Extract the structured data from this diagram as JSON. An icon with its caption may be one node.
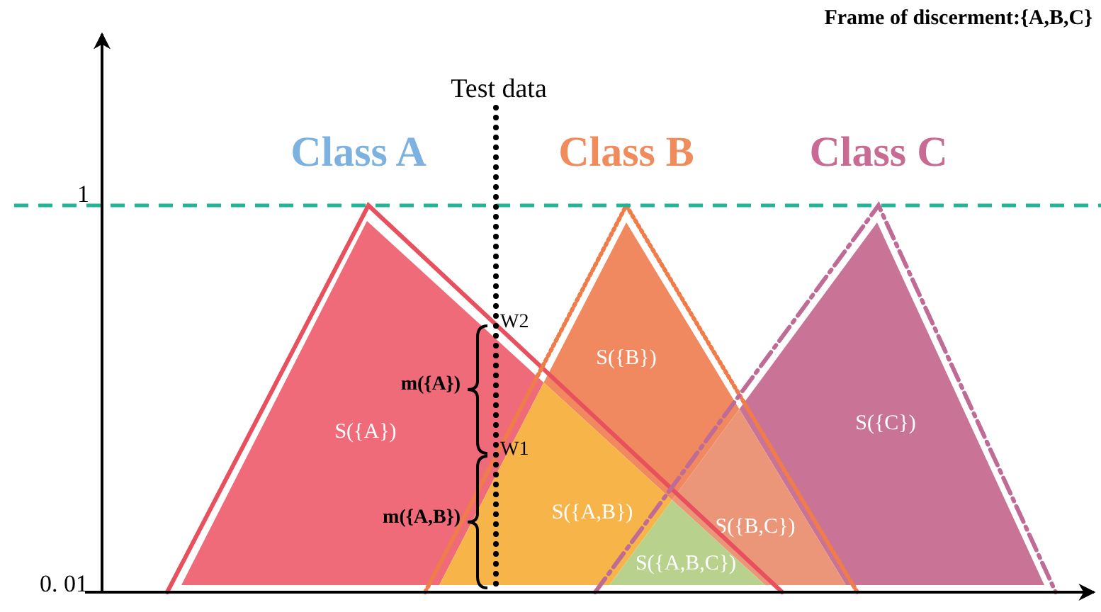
{
  "diagram": {
    "title": "Frame of discerment:{A,B,C}",
    "nodes": [
      {
        "text": [
          "S({A})"
        ]
      },
      {
        "text": [
          "S({B})"
        ]
      },
      {
        "text": [
          "S({C})"
        ]
      },
      {
        "text": [
          "S({A,B})"
        ]
      },
      {
        "text": [
          "S({B,C})"
        ]
      },
      {
        "text": [
          "S({A,B,C})"
        ]
      }
    ],
    "labels": [
      "Class A",
      "Class B",
      "Class C",
      "Test data",
      "1",
      "W2",
      "m({A})",
      "W1",
      "m({A,B})",
      "0. 01"
    ]
  }
}
